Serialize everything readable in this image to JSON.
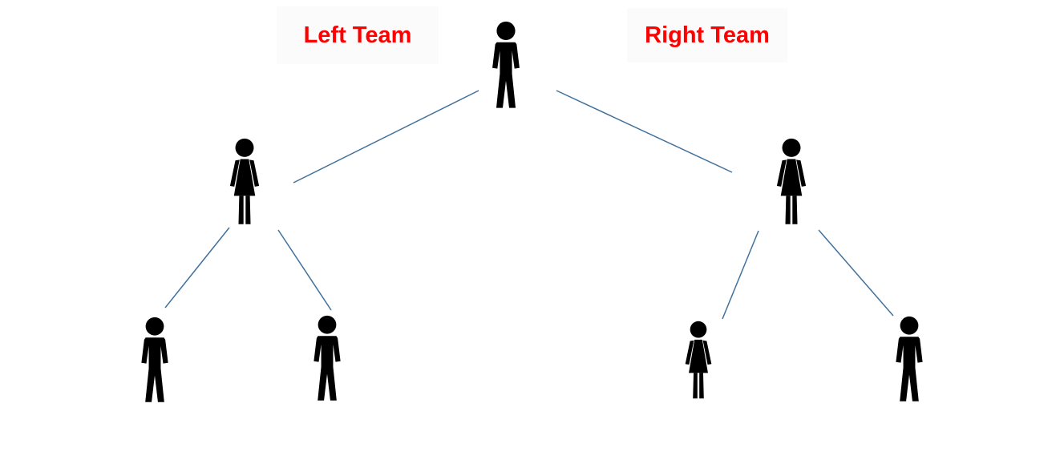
{
  "diagram": {
    "type": "org-tree",
    "labels": {
      "left_team": "Left Team",
      "right_team": "Right Team",
      "label_color": "#FF0000"
    },
    "line_color": "#41719C",
    "icon_color": "#000000",
    "nodes": [
      {
        "id": "root",
        "icon": "man-icon",
        "level": 1,
        "team": "center"
      },
      {
        "id": "left-manager",
        "icon": "woman-icon",
        "level": 2,
        "team": "Left Team"
      },
      {
        "id": "right-manager",
        "icon": "woman-icon",
        "level": 2,
        "team": "Right Team"
      },
      {
        "id": "left-member-1",
        "icon": "man-icon",
        "level": 3,
        "team": "Left Team"
      },
      {
        "id": "left-member-2",
        "icon": "man-icon",
        "level": 3,
        "team": "Left Team"
      },
      {
        "id": "right-member-1",
        "icon": "woman-icon",
        "level": 3,
        "team": "Right Team"
      },
      {
        "id": "right-member-2",
        "icon": "man-icon",
        "level": 3,
        "team": "Right Team"
      }
    ],
    "edges": [
      {
        "from": "root",
        "to": "left-manager"
      },
      {
        "from": "root",
        "to": "right-manager"
      },
      {
        "from": "left-manager",
        "to": "left-member-1"
      },
      {
        "from": "left-manager",
        "to": "left-member-2"
      },
      {
        "from": "right-manager",
        "to": "right-member-1"
      },
      {
        "from": "right-manager",
        "to": "right-member-2"
      }
    ]
  }
}
